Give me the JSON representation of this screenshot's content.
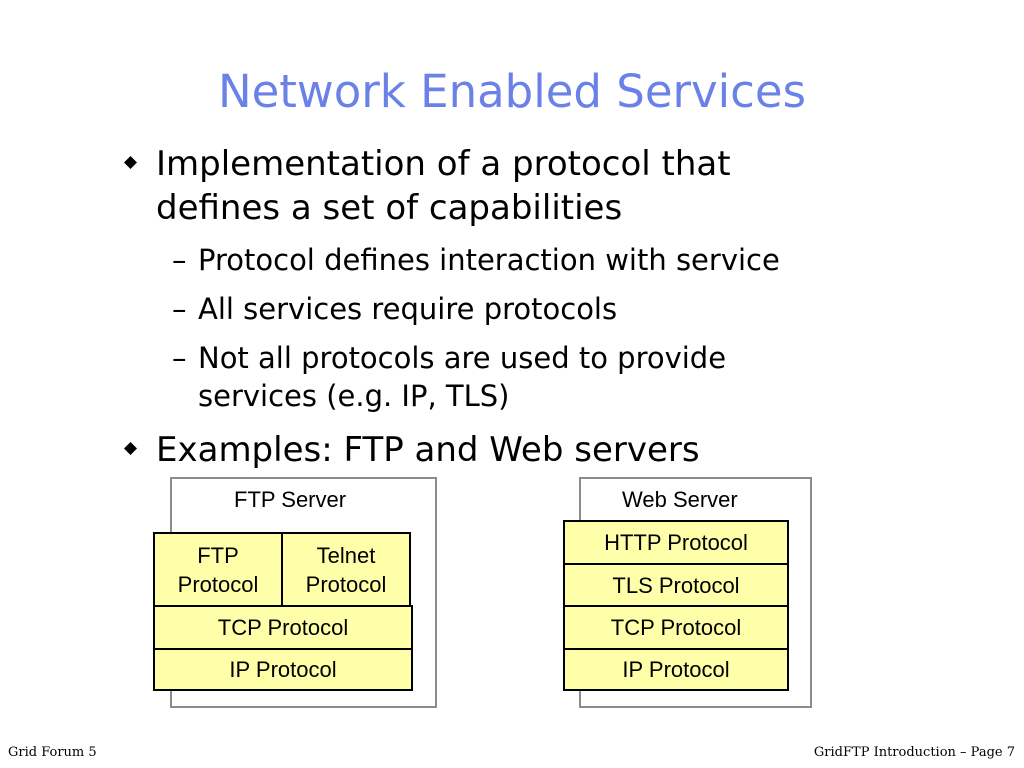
{
  "slide": {
    "title": "Network Enabled Services",
    "bullets": [
      {
        "lines": [
          "Implementation of a protocol that",
          "defines a set of capabilities"
        ],
        "subs": [
          {
            "lines": [
              "Protocol defines interaction with service"
            ]
          },
          {
            "lines": [
              "All services require protocols"
            ]
          },
          {
            "lines": [
              "Not all protocols are used to provide",
              "services (e.g. IP, TLS)"
            ]
          }
        ]
      },
      {
        "lines": [
          "Examples: FTP and Web servers"
        ]
      }
    ],
    "dash_char": "–"
  },
  "diagrams": {
    "ftp": {
      "label": "FTP Server",
      "ftp_protocol": [
        "FTP",
        "Protocol"
      ],
      "telnet_protocol": [
        "Telnet",
        "Protocol"
      ],
      "tcp": "TCP Protocol",
      "ip": "IP Protocol"
    },
    "web": {
      "label": "Web Server",
      "http": "HTTP Protocol",
      "tls": "TLS Protocol",
      "tcp": "TCP Protocol",
      "ip": "IP Protocol"
    }
  },
  "footer": {
    "left": "Grid Forum 5",
    "right": "GridFTP Introduction – Page 7"
  },
  "colors": {
    "title": "#6a82e8",
    "box_fill": "#ffffaa",
    "frame_border": "#8c8c8c"
  }
}
